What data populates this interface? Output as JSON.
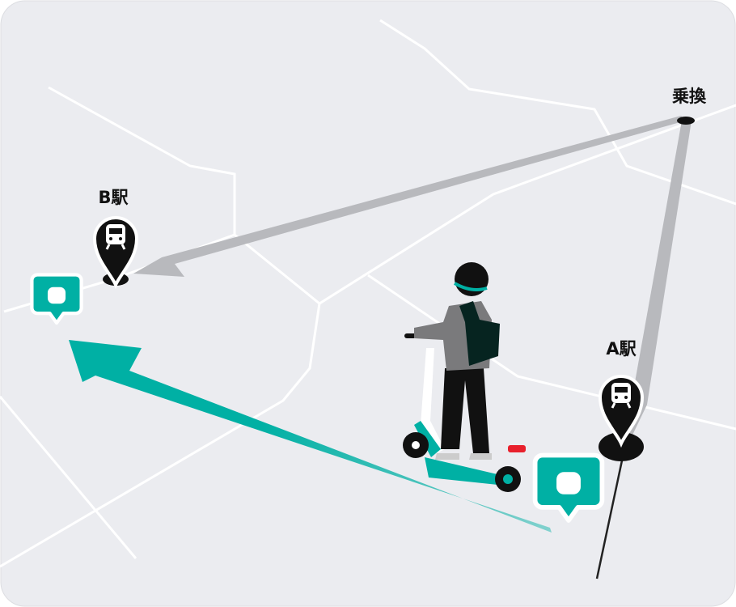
{
  "labels": {
    "transfer": "乗換",
    "station_b": "B駅",
    "station_a": "A駅"
  },
  "icons": {
    "station_pin": "train-pin-icon",
    "port_pin": "scooter-port-pin-icon"
  },
  "colors": {
    "background": "#ebecf0",
    "road": "#ffffff",
    "accent": "#00b0a4",
    "transit_arrow": "#b8b9bd",
    "pin": "#111111"
  }
}
